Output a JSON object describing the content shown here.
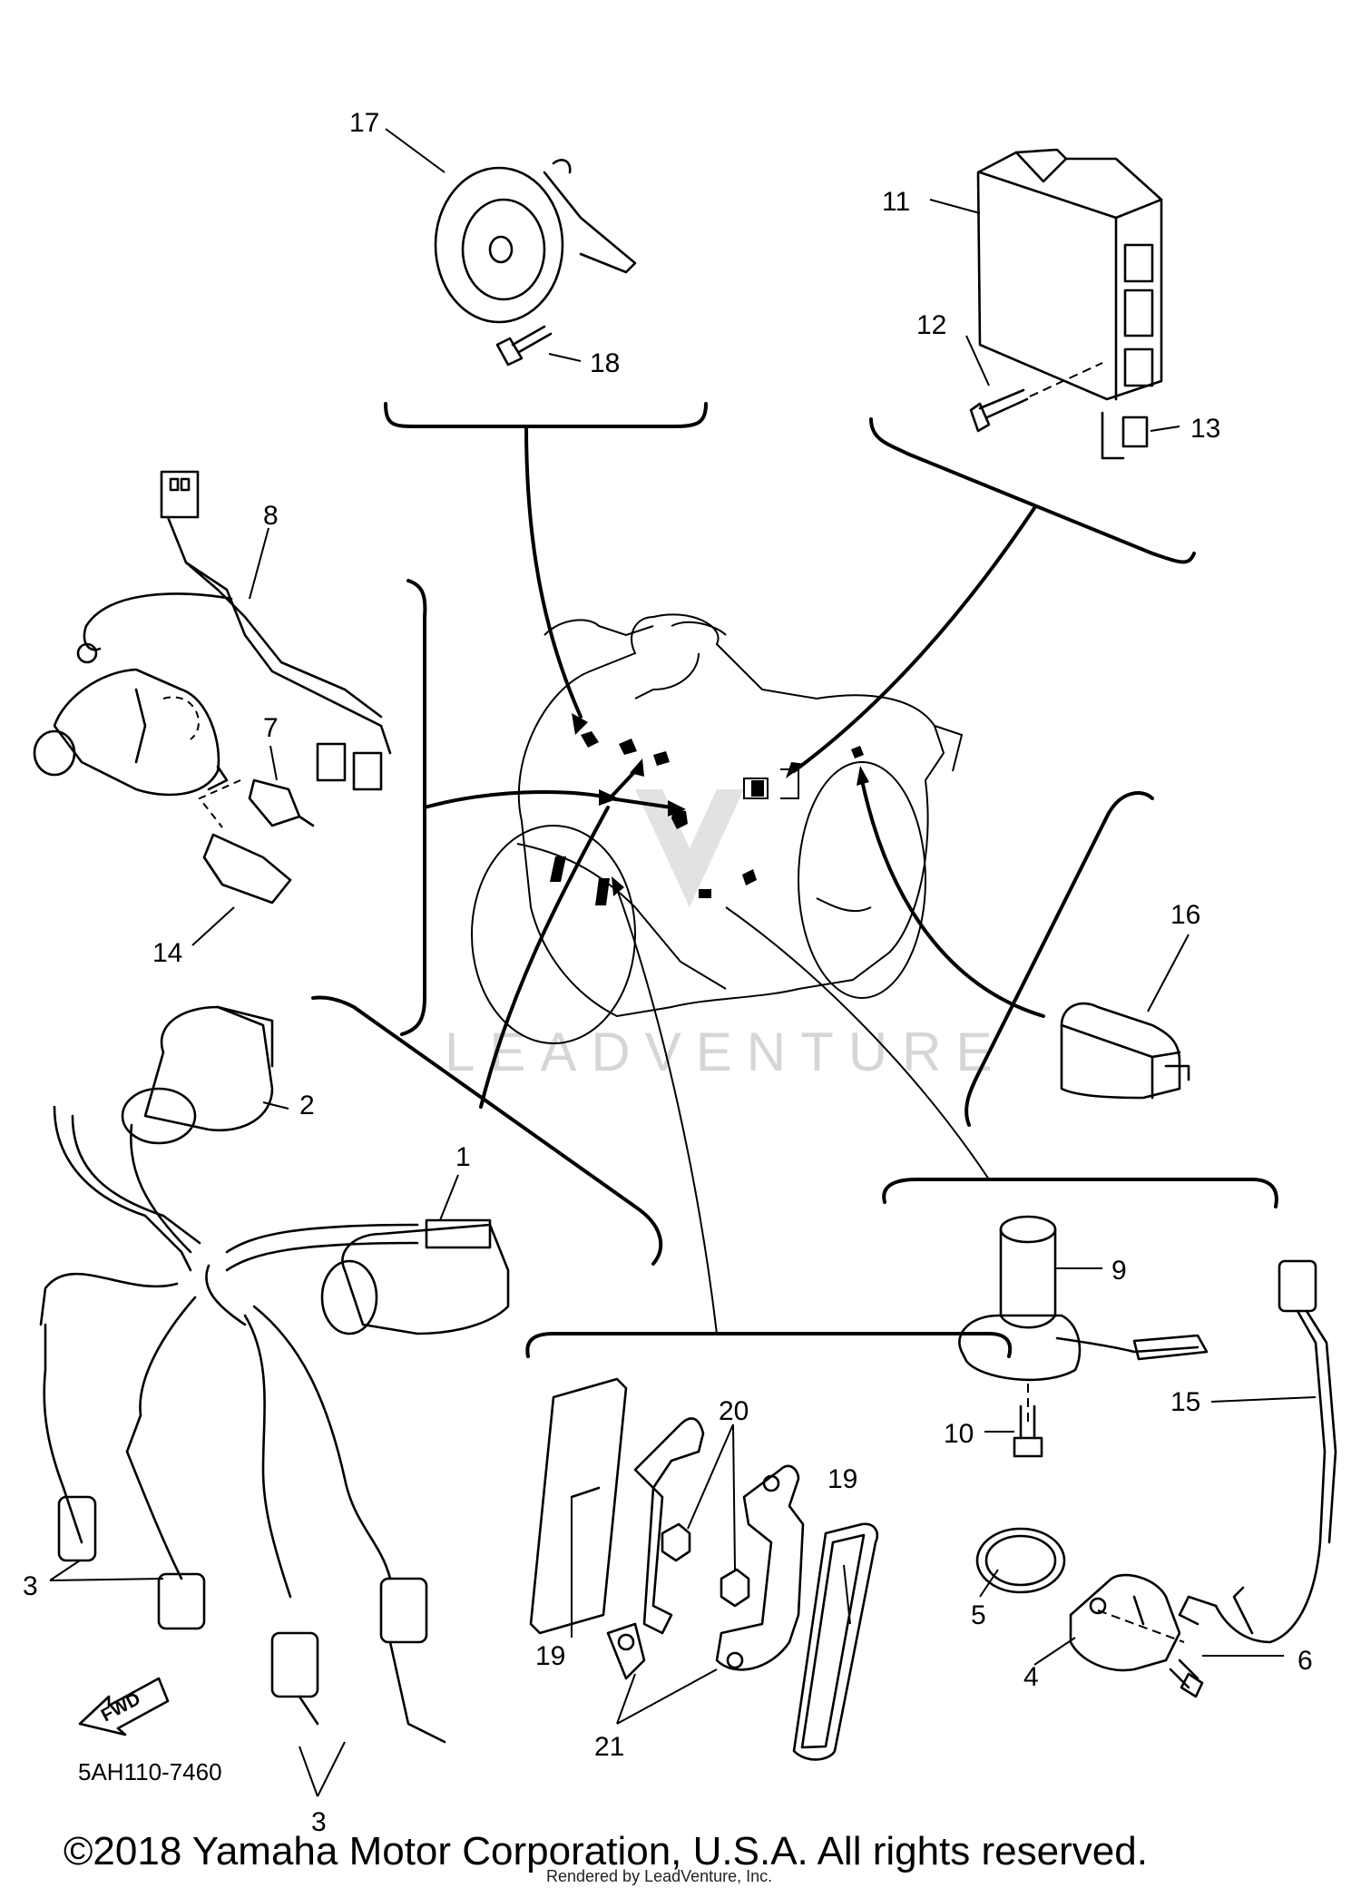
{
  "diagram": {
    "watermark": "LEADVENTURE",
    "diagram_code": "5AH110-7460",
    "copyright": "©2018 Yamaha Motor Corporation, U.S.A. All rights reserved.",
    "rendered_by": "Rendered by LeadVenture, Inc.",
    "fwd_label": "FWD",
    "callouts": {
      "c1": "1",
      "c2": "2",
      "c3a": "3",
      "c3b": "3",
      "c4": "4",
      "c5": "5",
      "c6": "6",
      "c7": "7",
      "c8": "8",
      "c9": "9",
      "c10": "10",
      "c11": "11",
      "c12": "12",
      "c13": "13",
      "c14": "14",
      "c15": "15",
      "c16": "16",
      "c17": "17",
      "c18": "18",
      "c19a": "19",
      "c19b": "19",
      "c20": "20",
      "c21": "21"
    },
    "icons": [
      "horn-icon",
      "bolt-icon",
      "ecu-icon",
      "relay-icon",
      "ignition-coil-icon",
      "spark-plug-cap-icon",
      "pickup-coil-icon",
      "switch-icon",
      "sensor-icon",
      "reflector-icon",
      "bracket-icon",
      "motorcycle-icon",
      "fwd-arrow-icon"
    ]
  }
}
